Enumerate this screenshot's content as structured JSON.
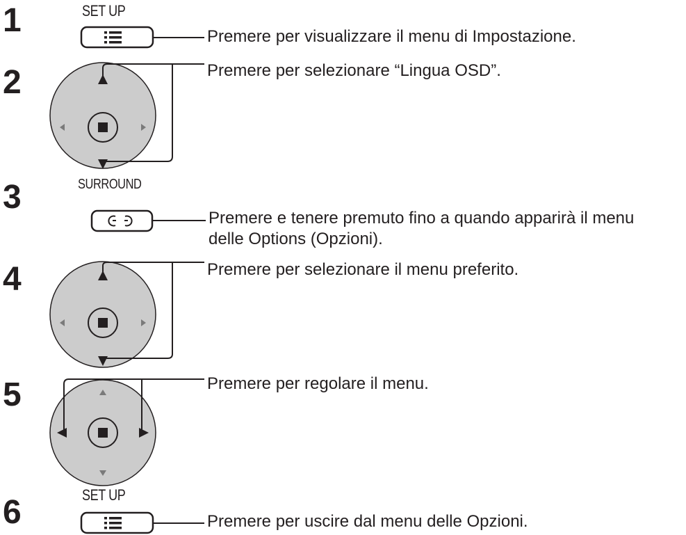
{
  "steps": [
    {
      "number": "1",
      "button_label": "SET UP",
      "text": "Premere per visualizzare il menu di Impostazione."
    },
    {
      "number": "2",
      "text": "Premere per selezionare “Lingua OSD”."
    },
    {
      "number": "3",
      "button_label": "SURROUND",
      "text_line1": "Premere e tenere premuto fino a quando apparirà il menu",
      "text_line2": "delle Options (Opzioni)."
    },
    {
      "number": "4",
      "text": "Premere per selezionare il menu preferito."
    },
    {
      "number": "5",
      "text": "Premere per regolare il menu."
    },
    {
      "number": "6",
      "button_label": "SET UP",
      "text": "Premere per uscire dal menu delle Opzioni."
    }
  ],
  "colors": {
    "text": "#231f20",
    "pad_fill": "#cccccc",
    "ink": "#231f20"
  },
  "icons": [
    "menu-icon",
    "surround-icon",
    "dpad-up-arrow-icon",
    "dpad-down-arrow-icon",
    "dpad-left-arrow-icon",
    "dpad-right-arrow-icon",
    "enter-button-icon"
  ]
}
